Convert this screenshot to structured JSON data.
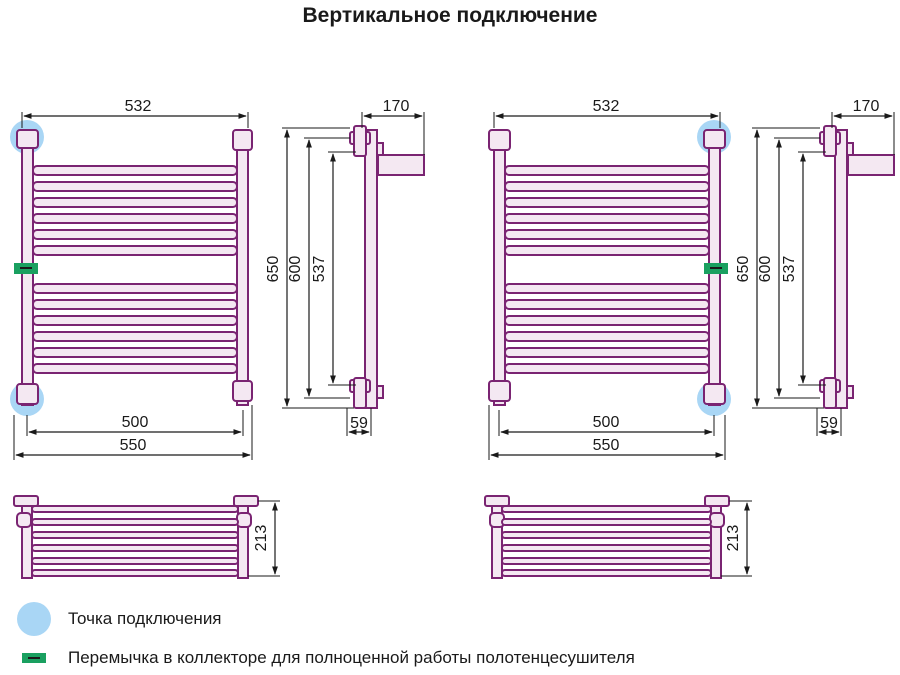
{
  "title": "Вертикальное подключение",
  "colors": {
    "outline": "#7a2472",
    "fill": "#f4e8f2",
    "connection_point": "#a9d6f5",
    "jumper": "#1aa060",
    "dimension": "#1a1a1a"
  },
  "views": [
    {
      "id": "left",
      "front_top_width": "532",
      "front_inner_width": "500",
      "front_overall_width": "550",
      "side_depth": "170",
      "side_heights": [
        "650",
        "600",
        "537"
      ],
      "side_bottom": "59",
      "top_height": "213"
    },
    {
      "id": "right",
      "front_top_width": "532",
      "front_inner_width": "500",
      "front_overall_width": "550",
      "side_depth": "170",
      "side_heights": [
        "650",
        "600",
        "537"
      ],
      "side_bottom": "59",
      "top_height": "213"
    }
  ],
  "legend": {
    "connection_point": "Точка подключения",
    "jumper": "Перемычка в коллекторе для полноценной работы полотенцесушителя"
  }
}
